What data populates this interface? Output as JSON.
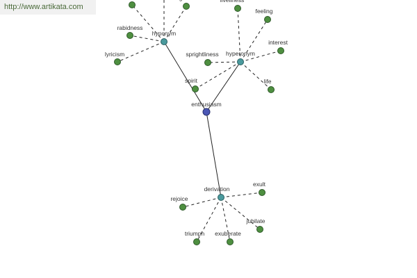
{
  "watermark": {
    "url": "http://www.artikata.com"
  },
  "graph": {
    "root": {
      "label": "enthusiasm",
      "color": "#4b57b5"
    },
    "branches": [
      {
        "relation": "hyponym",
        "color": "#4a9a9d",
        "leaves": [
          "",
          "gusto",
          "rabidness",
          "lyricism"
        ]
      },
      {
        "relation": "hyperonym",
        "color": "#4a9a9d",
        "leaves": [
          "spirit",
          "sprightliness",
          "liveliness",
          "feeling",
          "interest",
          "life"
        ]
      },
      {
        "relation": "derivation",
        "color": "#4a9a9d",
        "leaves": [
          "rejoice",
          "exult",
          "jubilate",
          "exuberate",
          "triumph"
        ]
      }
    ],
    "leaf_color": "#4e8f40"
  }
}
